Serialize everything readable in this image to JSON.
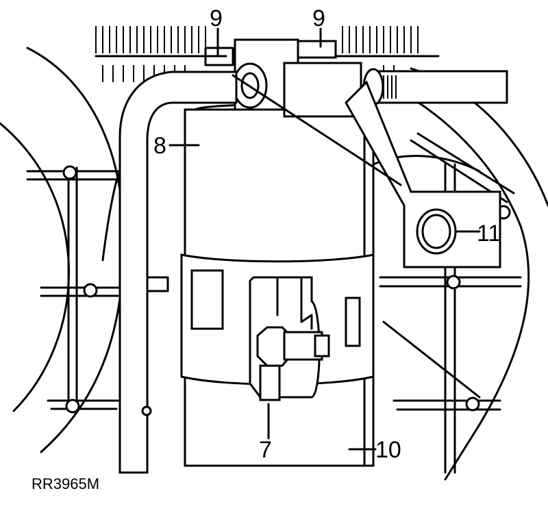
{
  "figure": {
    "reference_code": "RR3965M",
    "callouts": [
      {
        "id": "label-9-left",
        "text": "9"
      },
      {
        "id": "label-9-right",
        "text": "9"
      },
      {
        "id": "label-8",
        "text": "8"
      },
      {
        "id": "label-11",
        "text": "11"
      },
      {
        "id": "label-7",
        "text": "7"
      },
      {
        "id": "label-10",
        "text": "10"
      }
    ]
  },
  "colors": {
    "ink": "#000000",
    "paper": "#ffffff"
  }
}
